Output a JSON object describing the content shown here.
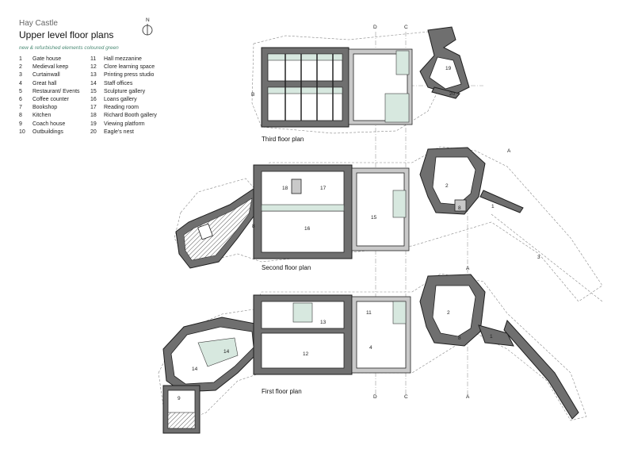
{
  "header": {
    "project": "Hay Castle",
    "title": "Upper level floor plans",
    "note": "new & refurbished elements coloured green",
    "north_mark": "N"
  },
  "legend_left": [
    {
      "num": "1",
      "label": "Gate house"
    },
    {
      "num": "2",
      "label": "Medieval keep"
    },
    {
      "num": "3",
      "label": "Curtainwall"
    },
    {
      "num": "4",
      "label": "Great hall"
    },
    {
      "num": "5",
      "label": "Restaurant/ Events"
    },
    {
      "num": "6",
      "label": "Coffee counter"
    },
    {
      "num": "7",
      "label": "Bookshop"
    },
    {
      "num": "8",
      "label": "Kitchen"
    },
    {
      "num": "9",
      "label": "Coach house"
    },
    {
      "num": "10",
      "label": "Outbuildings"
    }
  ],
  "legend_right": [
    {
      "num": "11",
      "label": "Hall mezzanine"
    },
    {
      "num": "12",
      "label": "Clore learning space"
    },
    {
      "num": "13",
      "label": "Printing press studio"
    },
    {
      "num": "14",
      "label": "Staff offices"
    },
    {
      "num": "15",
      "label": "Sculpture gallery"
    },
    {
      "num": "16",
      "label": "Loans gallery"
    },
    {
      "num": "17",
      "label": "Reading room"
    },
    {
      "num": "18",
      "label": "Richard Booth gallery"
    },
    {
      "num": "19",
      "label": "Viewing platform"
    },
    {
      "num": "20",
      "label": "Eagle's nest"
    }
  ],
  "plans": {
    "third": {
      "caption": "Third floor plan"
    },
    "second": {
      "caption": "Second floor plan"
    },
    "first": {
      "caption": "First floor plan"
    }
  },
  "section_marks": {
    "a": "A",
    "b": "B",
    "c": "C",
    "d": "D"
  },
  "room_labels": {
    "r1": "1",
    "r2": "2",
    "r3": "3",
    "r4": "4",
    "r8": "8",
    "r9": "9",
    "r11": "11",
    "r12": "12",
    "r13": "13",
    "r14": "14",
    "r15": "15",
    "r16": "16",
    "r17": "17",
    "r18": "18",
    "r19": "19",
    "r20": "20"
  }
}
